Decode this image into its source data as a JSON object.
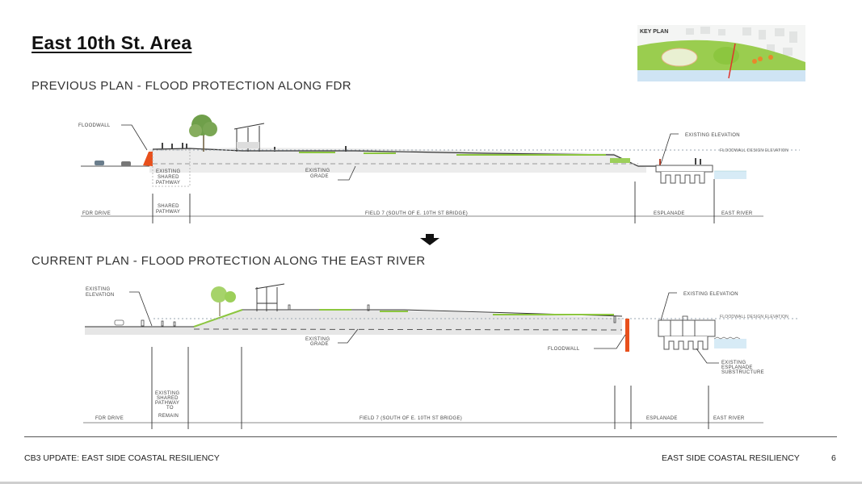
{
  "title": "East 10th St. Area",
  "key_plan": {
    "label": "KEY PLAN"
  },
  "previous_plan": {
    "heading": "PREVIOUS PLAN - FLOOD PROTECTION ALONG FDR",
    "callouts": {
      "floodwall": "FLOODWALL",
      "existing_elevation": "EXISTING ELEVATION",
      "floodwall_design_elevation": "FLOODWALL DESIGN ELEVATION",
      "existing_grade_1": "EXISTING",
      "existing_grade_2": "GRADE",
      "existing_shared_pathway": [
        "EXISTING",
        "SHARED",
        "PATHWAY"
      ]
    },
    "zones": {
      "fdr_drive": "FDR DRIVE",
      "shared_pathway": [
        "SHARED",
        "PATHWAY"
      ],
      "field7": "FIELD 7 (SOUTH OF E. 10TH ST BRIDGE)",
      "esplanade": "ESPLANADE",
      "east_river": "EAST RIVER"
    }
  },
  "arrow_icon": "arrow-down",
  "current_plan": {
    "heading": "CURRENT PLAN - FLOOD PROTECTION ALONG THE EAST RIVER",
    "callouts": {
      "existing_elevation_left": [
        "EXISTING",
        "ELEVATION"
      ],
      "existing_elevation_right": "EXISTING ELEVATION",
      "floodwall_design_elevation": "FLOODWALL DESIGN ELEVATION",
      "existing_grade_1": "EXISTING",
      "existing_grade_2": "GRADE",
      "floodwall": "FLOODWALL",
      "substructure": [
        "EXISTING",
        "ESPLANADE",
        "SUBSTRUCTURE"
      ]
    },
    "zones": {
      "fdr_drive": "FDR DRIVE",
      "shared_pathway": [
        "EXISTING",
        "SHARED",
        "PATHWAY",
        "TO",
        "REMAIN"
      ],
      "field7": "FIELD 7 (SOUTH OF E. 10TH ST BRIDGE)",
      "esplanade": "ESPLANADE",
      "east_river": "EAST RIVER"
    }
  },
  "colors": {
    "floodwall": "#e8501c",
    "grass": "#8cc63f",
    "water": "#cfe6f5",
    "ground": "#e6e6e6"
  },
  "footer": {
    "left": "CB3 UPDATE: EAST SIDE COASTAL RESILIENCY",
    "right": "EAST SIDE COASTAL RESILIENCY",
    "page": "6"
  }
}
